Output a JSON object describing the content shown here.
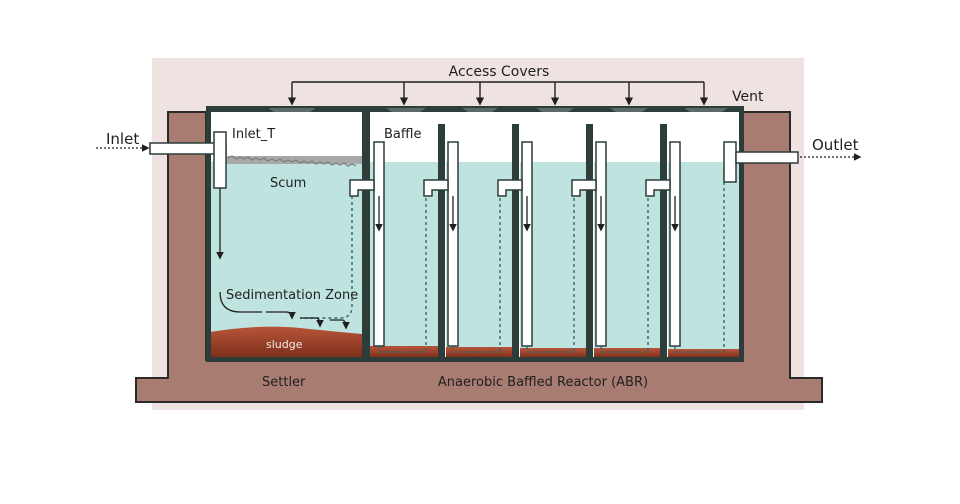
{
  "labels": {
    "access_covers": "Access Covers",
    "vent": "Vent",
    "inlet": "Inlet",
    "inlet_t": "Inlet_T",
    "baffle": "Baffle",
    "outlet": "Outlet",
    "scum": "Scum",
    "sedimentation_zone": "Sedimentation Zone",
    "sludge": "sludge",
    "settler": "Settler",
    "abr": "Anaerobic Baffled Reactor (ABR)"
  },
  "colors": {
    "soil": "#a97c72",
    "soil_border": "#d9c3bf",
    "tank_wall": "#2d3d3a",
    "water": "#bfe4e0",
    "sludge": "#8e3a22",
    "scum": "#a8a8a8",
    "pipe": "#ffffff",
    "line": "#1f1f1f"
  },
  "icons": [
    "inlet-arrow",
    "outlet-arrow",
    "cover-marker"
  ]
}
